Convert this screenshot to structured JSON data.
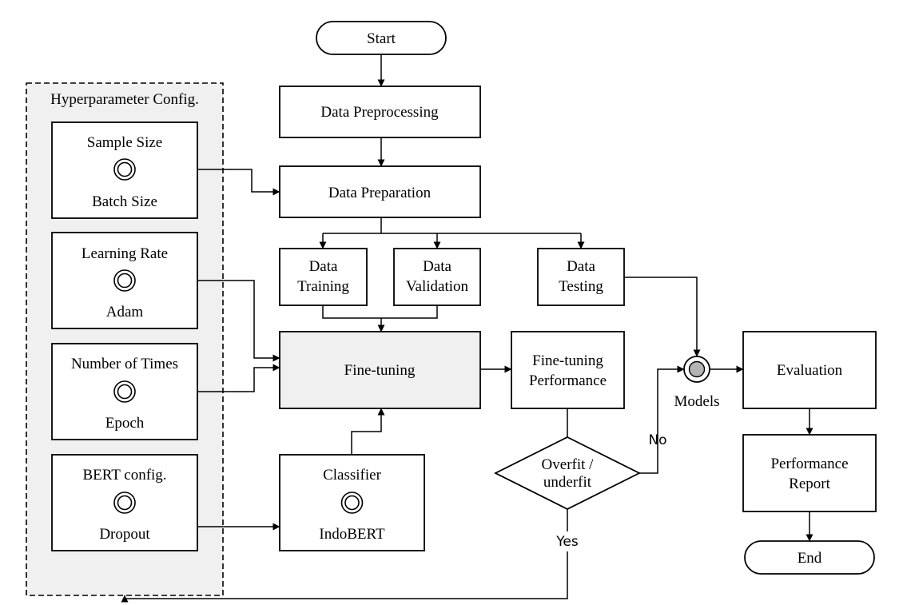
{
  "nodes": {
    "start": "Start",
    "data_preprocessing": "Data Preprocessing",
    "data_preparation": "Data Preparation",
    "data_training": [
      "Data",
      "Training"
    ],
    "data_validation": [
      "Data",
      "Validation"
    ],
    "data_testing": [
      "Data",
      "Testing"
    ],
    "fine_tuning": "Fine-tuning",
    "fine_tuning_performance": [
      "Fine-tuning",
      "Performance"
    ],
    "decision": [
      "Overfit /",
      "underfit"
    ],
    "classifier": {
      "title": "Classifier",
      "subtitle": "IndoBERT"
    },
    "models": "Models",
    "evaluation": "Evaluation",
    "performance_report": [
      "Performance",
      "Report"
    ],
    "end": "End"
  },
  "hyperparameter_group": {
    "title": "Hyperparameter Config.",
    "items": [
      {
        "top": "Sample Size",
        "bottom": "Batch Size"
      },
      {
        "top": "Learning Rate",
        "bottom": "Adam"
      },
      {
        "top": "Number of Times",
        "bottom": "Epoch"
      },
      {
        "top": "BERT config.",
        "bottom": "Dropout"
      }
    ]
  },
  "edge_labels": {
    "no": "No",
    "yes": "Yes"
  }
}
